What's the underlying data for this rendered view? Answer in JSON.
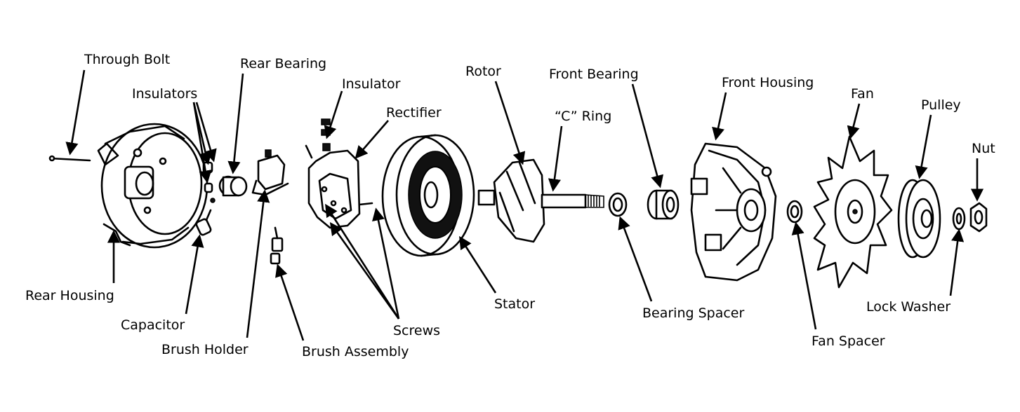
{
  "labels": {
    "through_bolt": "Through Bolt",
    "insulators": "Insulators",
    "rear_bearing": "Rear Bearing",
    "insulator": "Insulator",
    "rectifier": "Rectifier",
    "rotor": "Rotor",
    "front_bearing": "Front Bearing",
    "c_ring": "“C” Ring",
    "front_housing": "Front Housing",
    "fan": "Fan",
    "pulley": "Pulley",
    "nut": "Nut",
    "rear_housing": "Rear Housing",
    "capacitor": "Capacitor",
    "brush_holder": "Brush Holder",
    "brush_assembly": "Brush Assembly",
    "screws": "Screws",
    "stator": "Stator",
    "bearing_spacer": "Bearing Spacer",
    "fan_spacer": "Fan Spacer",
    "lock_washer": "Lock Washer"
  }
}
